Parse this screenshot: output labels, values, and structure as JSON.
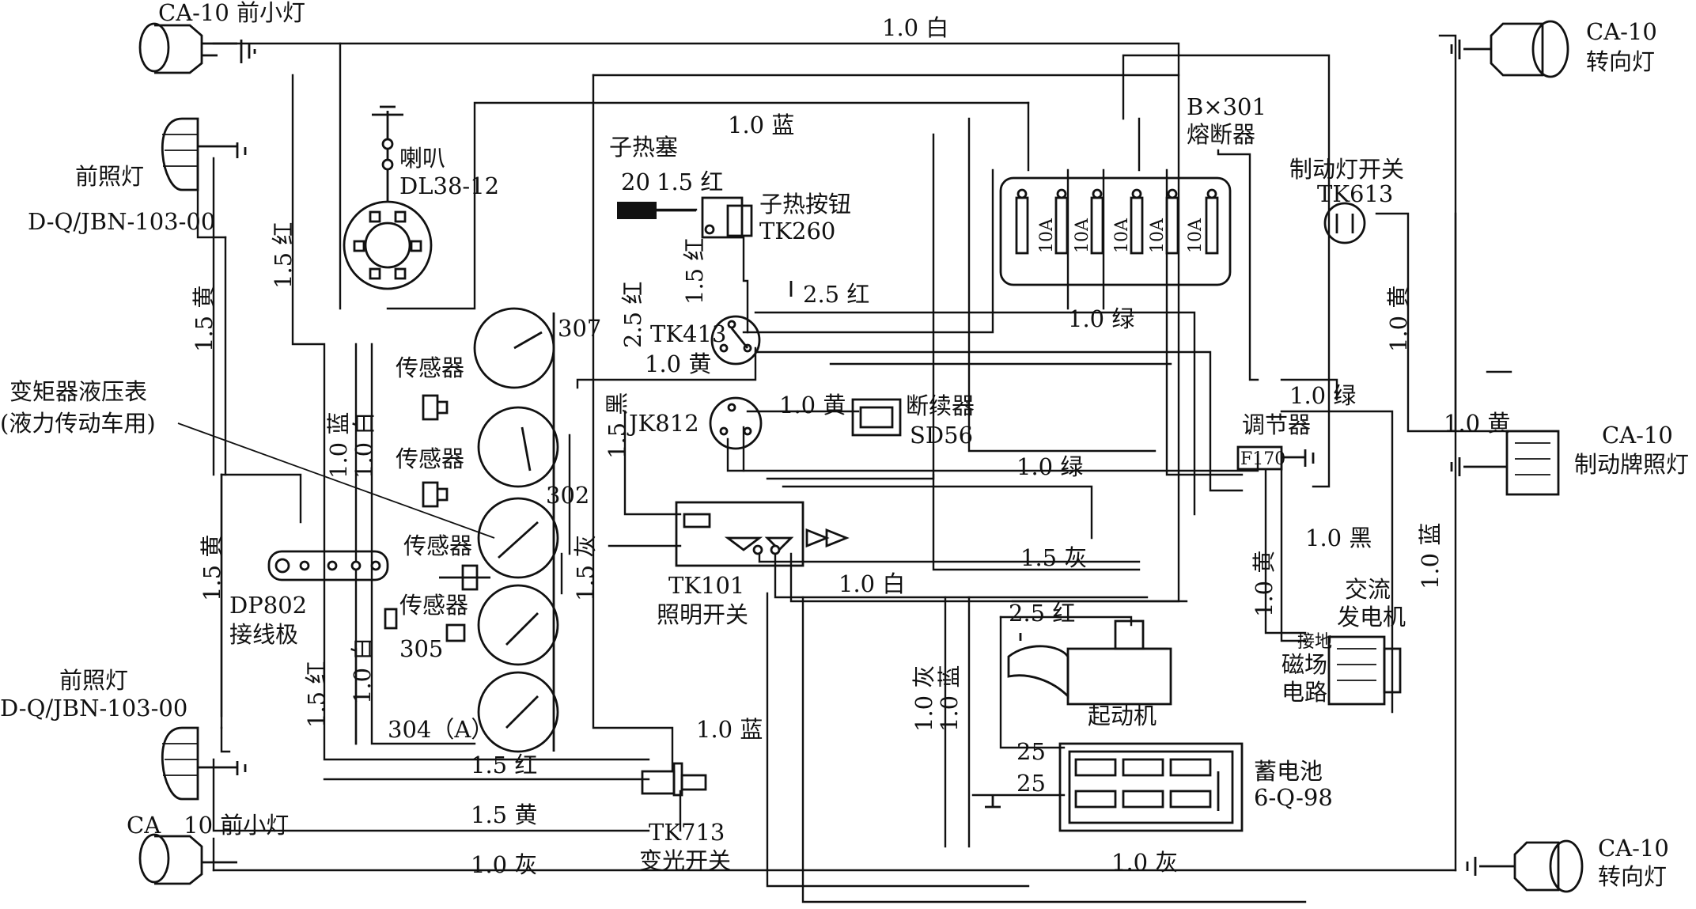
{
  "components": {
    "front_small_lamp_top": "CA-10 前小灯",
    "front_small_lamp_bottom": "CA　10 前小灯",
    "headlamp_top": "前照灯",
    "headlamp_top_model": "D-Q/JBN-103-00",
    "headlamp_bottom": "前照灯",
    "headlamp_bottom_model": "D-Q/JBN-103-00",
    "horn_name": "喇叭",
    "horn_model": "DL38-12",
    "glow_plug": "子热塞",
    "glow_plug_num": "20",
    "glow_button_name": "子热按钮",
    "glow_button_model": "TK260",
    "switch_tk413": "TK413",
    "gauge_307": "307",
    "sensor_1": "传感器",
    "sensor_2": "传感器",
    "sensor_3": "传感器",
    "sensor_4": "传感器",
    "gauge_302": "302",
    "gauge_305": "305",
    "gauge_304": "304（A）",
    "torque_gauge_line1": "变矩器液压表",
    "torque_gauge_line2": "(液力传动车用)",
    "terminal_model": "DP802",
    "terminal_name": "接线极",
    "jk812": "JK812",
    "flasher_name": "断续器",
    "flasher_model": "SD56",
    "light_switch_model": "TK101",
    "light_switch_name": "照明开关",
    "dimmer_model": "TK713",
    "dimmer_name": "变光开关",
    "fuse_model": "B×301",
    "fuse_name": "熔断器",
    "fuse_rating": "10A",
    "brake_switch_name": "制动灯开关",
    "brake_switch_model": "TK613",
    "turn_lamp_top_1": "CA-10",
    "turn_lamp_top_2": "转向灯",
    "plate_lamp_1": "CA-10",
    "plate_lamp_2": "制动牌照灯",
    "turn_lamp_bottom_1": "CA-10",
    "turn_lamp_bottom_2": "转向灯",
    "regulator_name": "调节器",
    "regulator_model": "F170",
    "alternator_1": "交流",
    "alternator_2": "发电机",
    "field_1": "磁场",
    "field_2": "电路",
    "field_ground": "接地",
    "starter": "起动机",
    "battery_name": "蓄电池",
    "battery_model": "6-Q-98",
    "battery_cable_1": "25",
    "battery_cable_2": "25"
  },
  "wire_labels": {
    "top_white": "1.0 白",
    "blue_top": "1.0 蓝",
    "red_15_glow": "1.5 红",
    "red_15_vert_glow": "1.5 红",
    "red_25_vert": "2.5 红",
    "red_25_horiz": "2.5 红",
    "green_10_fuse": "1.0 绿",
    "yellow_10_tk413": "1.0 黄",
    "red_15_left_vert": "1.5 红",
    "yellow_15_left_upper": "1.5 黄",
    "blue_10_vert_left": "1.0 蓝",
    "white_10_vert_left": "1.0 白",
    "black_15_vert": "1.5 黑",
    "yellow_10_jk812": "1.0 黄",
    "green_10_regulator": "1.0 绿",
    "green_10_mid": "1.0 绿",
    "yellow_15_left_lower": "1.5 黄",
    "gray_15_vert": "1.5 灰",
    "gray_15_horiz": "1.5 灰",
    "white_10_bottom": "1.0 白",
    "red_25_starter": "2.5 红",
    "red_15_left_lower": "1.5 红",
    "white_10_left_lower": "1.0 白",
    "blue_10_lower": "1.0 蓝",
    "gray_10_vert": "1.0 灰",
    "blue_10_vert": "1.0 蓝",
    "red_15_bottom": "1.5 红",
    "yellow_15_bottom": "1.5 黄",
    "gray_10_bottom_left": "1.0 灰",
    "gray_10_bottom_right": "1.0 灰",
    "yellow_10_right_vert": "1.0 黄",
    "yellow_10_plate": "1.0 黄",
    "black_10_reg": "1.0 黑",
    "yellow_10_reg_vert": "1.0 黄",
    "blue_10_right_vert": "1.0 蓝"
  }
}
